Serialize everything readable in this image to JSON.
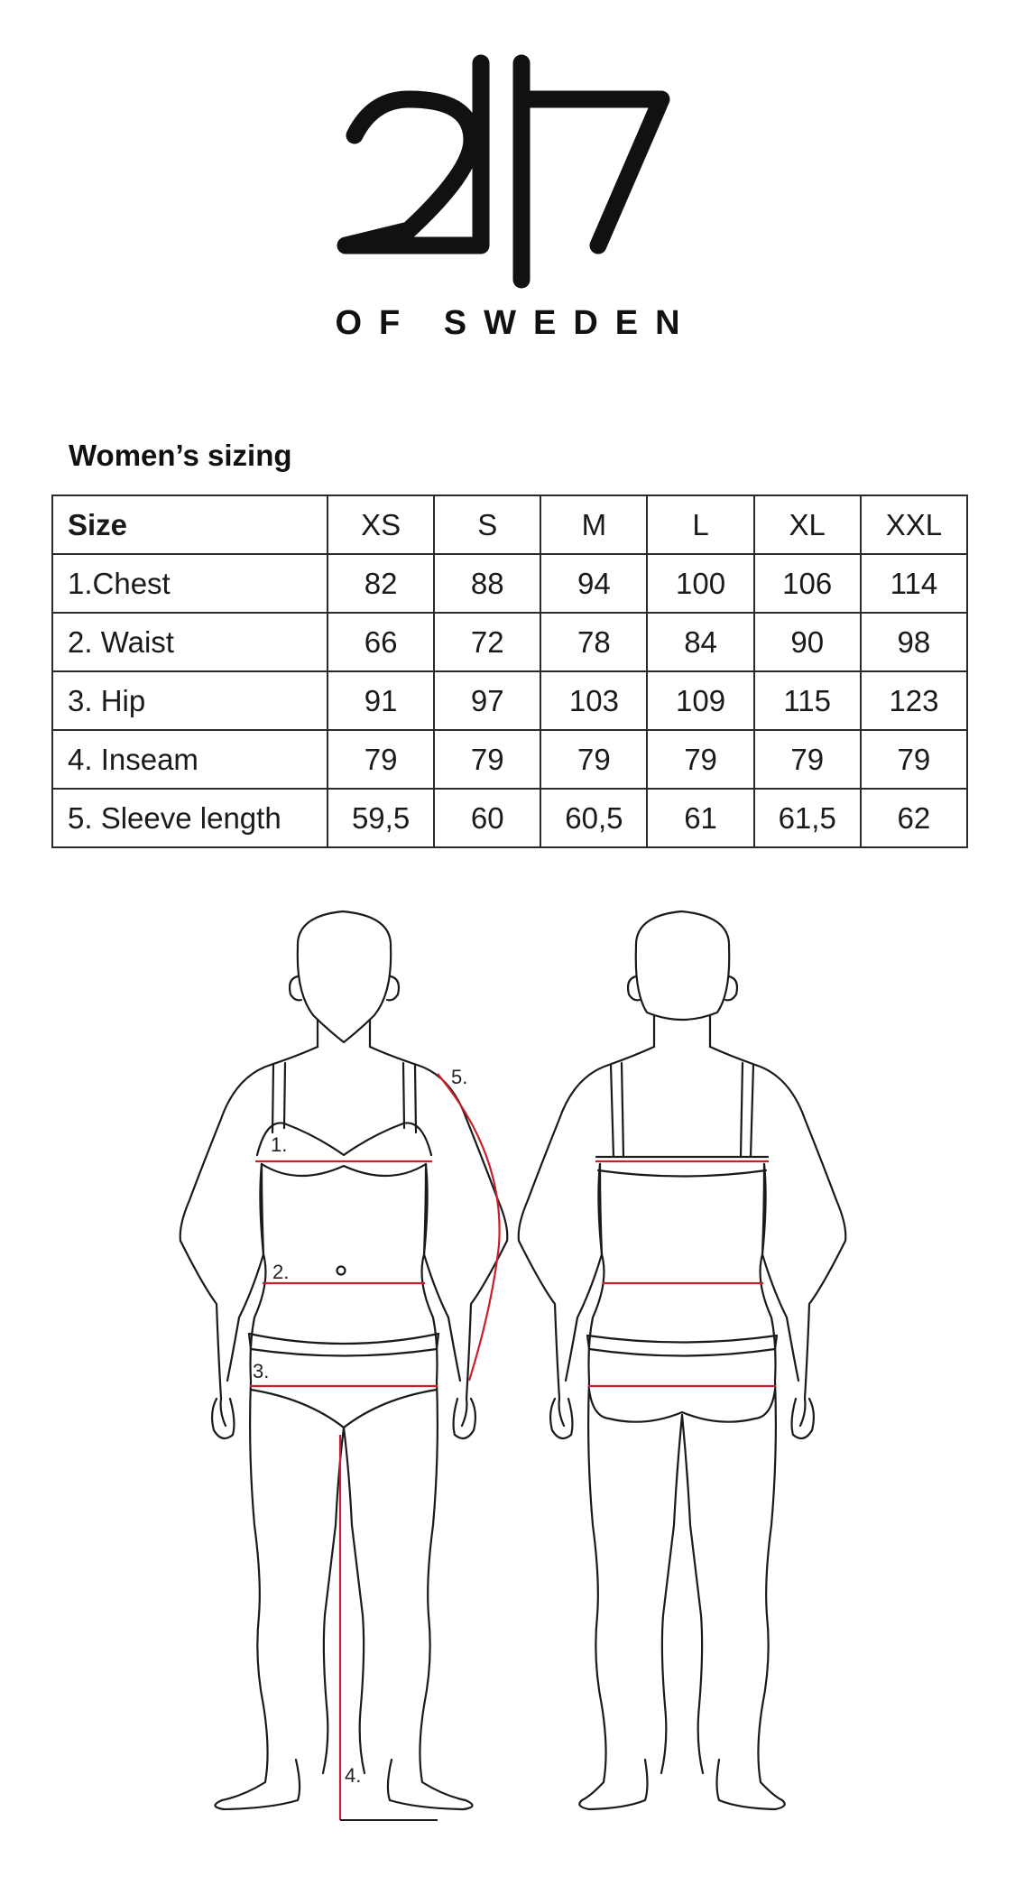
{
  "brand": {
    "logo_mark": "2|7",
    "subtitle": "OF SWEDEN"
  },
  "chart_data": {
    "type": "table",
    "title": "Women’s sizing",
    "columns": [
      "Size",
      "XS",
      "S",
      "M",
      "L",
      "XL",
      "XXL"
    ],
    "rows": [
      {
        "label": "1.Chest",
        "values": [
          "82",
          "88",
          "94",
          "100",
          "106",
          "114"
        ]
      },
      {
        "label": "2. Waist",
        "values": [
          "66",
          "72",
          "78",
          "84",
          "90",
          "98"
        ]
      },
      {
        "label": "3. Hip",
        "values": [
          "91",
          "97",
          "103",
          "109",
          "115",
          "123"
        ]
      },
      {
        "label": "4. Inseam",
        "values": [
          "79",
          "79",
          "79",
          "79",
          "79",
          "79"
        ]
      },
      {
        "label": "5. Sleeve length",
        "values": [
          "59,5",
          "60",
          "60,5",
          "61",
          "61,5",
          "62"
        ]
      }
    ]
  },
  "diagram": {
    "marker_labels": [
      "1.",
      "2.",
      "3.",
      "4.",
      "5."
    ],
    "line_color": "#c8202a",
    "outline_color": "#1a1a1a"
  }
}
